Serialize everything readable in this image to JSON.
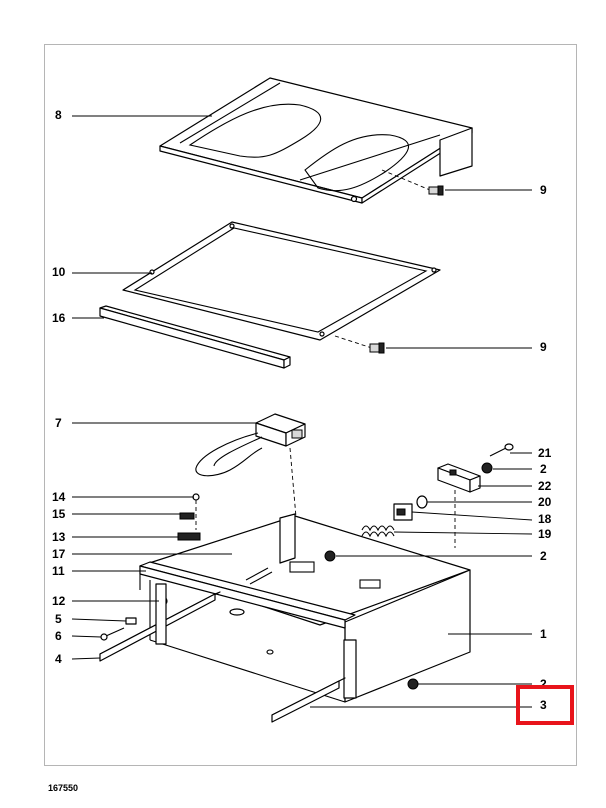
{
  "labels": {
    "l8": "8",
    "l9a": "9",
    "l10": "10",
    "l16": "16",
    "l9b": "9",
    "l7": "7",
    "l21": "21",
    "l2a": "2",
    "l22": "22",
    "l20": "20",
    "l18": "18",
    "l19": "19",
    "l14": "14",
    "l15": "15",
    "l13": "13",
    "l17": "17",
    "l2b": "2",
    "l11": "11",
    "l12": "12",
    "l5": "5",
    "l6": "6",
    "l1": "1",
    "l4": "4",
    "l2c": "2",
    "l3": "3"
  },
  "document_number": "167550",
  "highlight_color": "#e8141b"
}
